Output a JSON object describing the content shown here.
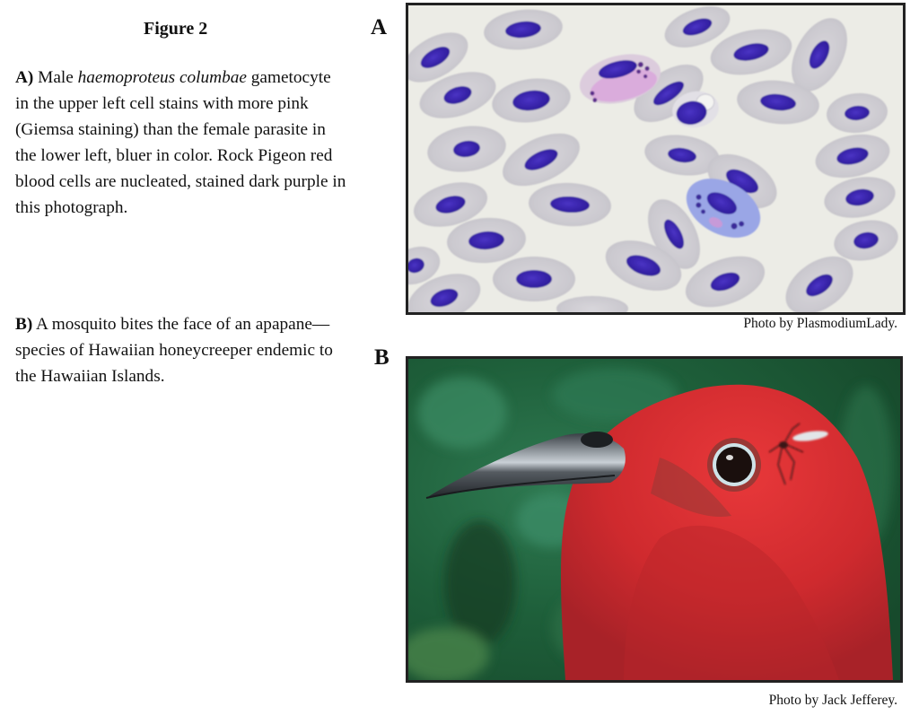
{
  "figure": {
    "title": "Figure 2"
  },
  "captions": {
    "a": {
      "label": "A)",
      "text_before_italic": " Male ",
      "italic": "haemoproteus columbae",
      "text_after_italic": " gametocyte in the upper left cell stains with more pink (Giemsa staining) than the female parasite in the lower left, bluer in color. Rock Pigeon red blood cells are nucleated, stained dark purple in this photograph."
    },
    "b": {
      "label": "B)",
      "text": " A mosquito bites the face of an apapane—species of Hawaiian honeycreeper endemic to the Hawaiian Islands."
    }
  },
  "panels": {
    "a": {
      "letter": "A",
      "image_subject": "Giemsa-stained Rock Pigeon blood smear with Haemoproteus columbae gametocytes",
      "credit": "Photo by PlasmodiumLady.",
      "colors": {
        "background": "#ecece6",
        "cell": "#cfcdd3",
        "nucleus": "#3a25b0",
        "male_parasite": "#d9a8dc",
        "female_parasite": "#8f9be0"
      }
    },
    "b": {
      "letter": "B",
      "image_subject": "Red apapane head with curved dark bill and a mosquito near its eye",
      "credit": "Photo by Jack Jefferey.",
      "colors": {
        "background": "#1f5a35",
        "plumage": "#d42a2c",
        "bill": "#2b2f33",
        "eye": "#1a0f0d"
      }
    }
  }
}
